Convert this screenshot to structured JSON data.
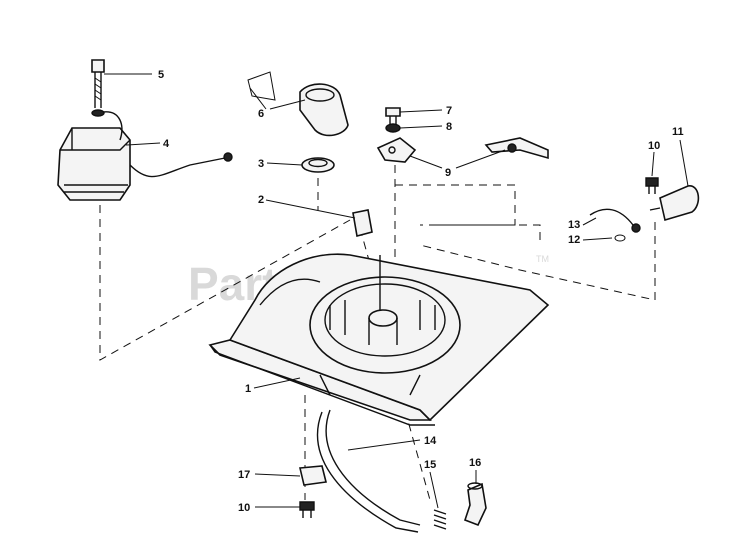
{
  "watermark": {
    "text": "PartsTree",
    "trademark": "TM"
  },
  "callouts": [
    {
      "id": "c1",
      "label": "1"
    },
    {
      "id": "c2",
      "label": "2"
    },
    {
      "id": "c3",
      "label": "3"
    },
    {
      "id": "c4",
      "label": "4"
    },
    {
      "id": "c5",
      "label": "5"
    },
    {
      "id": "c6",
      "label": "6"
    },
    {
      "id": "c7",
      "label": "7"
    },
    {
      "id": "c8",
      "label": "8"
    },
    {
      "id": "c9",
      "label": "9"
    },
    {
      "id": "c10a",
      "label": "10"
    },
    {
      "id": "c11",
      "label": "11"
    },
    {
      "id": "c12",
      "label": "12"
    },
    {
      "id": "c13",
      "label": "13"
    },
    {
      "id": "c14",
      "label": "14"
    },
    {
      "id": "c15",
      "label": "15"
    },
    {
      "id": "c16",
      "label": "16"
    },
    {
      "id": "c17",
      "label": "17"
    },
    {
      "id": "c10b",
      "label": "10"
    }
  ],
  "colors": {
    "ink": "#111111",
    "paper": "#ffffff",
    "watermark": "#d9d9d9"
  }
}
